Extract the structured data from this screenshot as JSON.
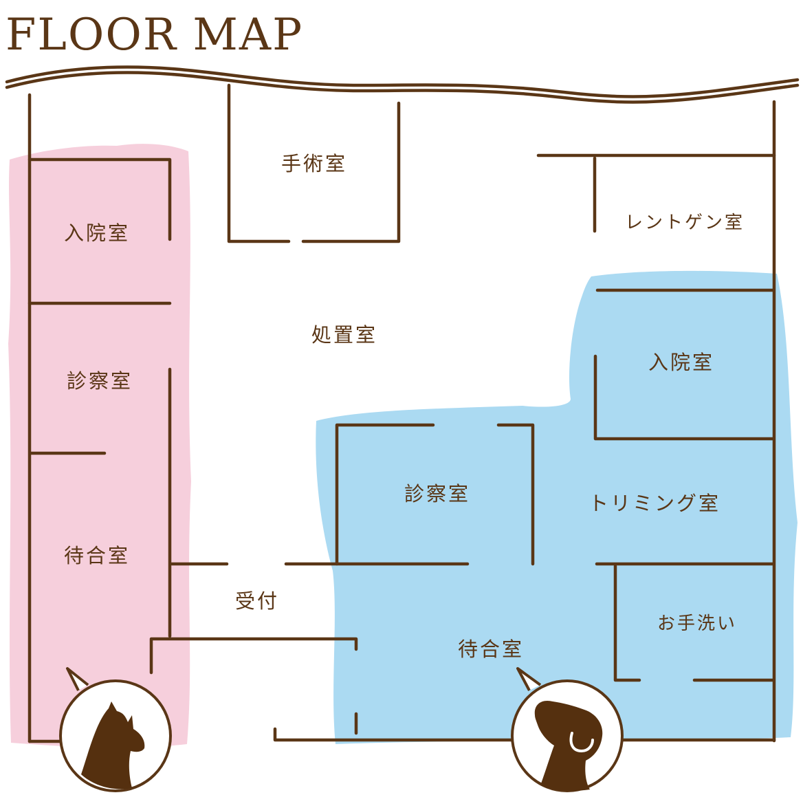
{
  "title": "FLOOR MAP",
  "colors": {
    "wall": "#5a3616",
    "text": "#5a3616",
    "cat_zone": "#f6cfdc",
    "dog_zone": "#abdaf2",
    "background": "#ffffff",
    "icon_fill": "#55300f"
  },
  "rooms": {
    "ward_cat": "入院室",
    "exam_cat": "診察室",
    "wait_cat": "待合室",
    "surgery": "手術室",
    "xray": "レントゲン室",
    "treatment": "処置室",
    "ward_dog": "入院室",
    "exam_dog": "診察室",
    "trimming": "トリミング室",
    "reception": "受付",
    "wait_dog": "待合室",
    "restroom": "お手洗い"
  },
  "icons": {
    "cat": "cat-silhouette-icon",
    "dog": "dog-silhouette-icon"
  }
}
